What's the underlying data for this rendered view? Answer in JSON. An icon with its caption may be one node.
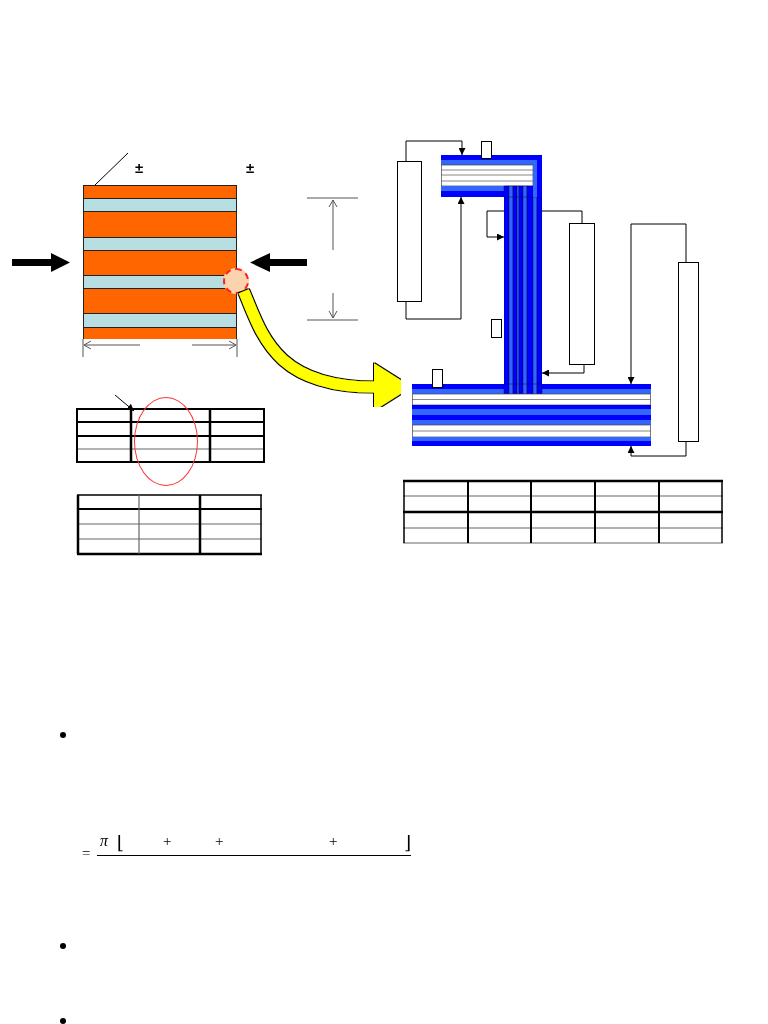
{
  "diagram": {
    "nodes": [
      {
        "text": [],
        "shape": "picture"
      },
      {
        "text": [],
        "shape": "circle"
      },
      {
        "text": [],
        "shape": "ellipse"
      },
      {
        "text": [],
        "shape": "box"
      },
      {
        "text": [],
        "shape": "box"
      },
      {
        "text": [],
        "shape": "picture"
      },
      {
        "text": [],
        "shape": "picture"
      },
      {
        "text": [],
        "shape": "box"
      },
      {
        "text": [],
        "shape": "box"
      },
      {
        "text": [],
        "shape": "box"
      },
      {
        "text": [],
        "shape": "box"
      },
      {
        "text": [],
        "shape": "picture"
      }
    ],
    "edges": [
      {
        "from": null,
        "to": 0,
        "arrow": "none"
      },
      {
        "from": 1,
        "to": 11,
        "arrow": "to",
        "style": "thick",
        "color": "#ffff00"
      },
      {
        "from": null,
        "to": 2,
        "arrow": "to"
      },
      {
        "from": 3,
        "to": 5,
        "arrow": "to"
      },
      {
        "from": 3,
        "to": 5,
        "arrow": "to"
      },
      {
        "from": 6,
        "to": 6,
        "arrow": "to"
      },
      {
        "from": 6,
        "to": 7,
        "arrow": "none"
      },
      {
        "from": 7,
        "to": 6,
        "arrow": "to"
      },
      {
        "from": 8,
        "to": 11,
        "arrow": "to"
      },
      {
        "from": 8,
        "to": 11,
        "arrow": "to"
      }
    ],
    "labels": [
      "±",
      "±",
      "=",
      "π",
      "⌊",
      "+",
      "+",
      "+",
      "⌋"
    ]
  }
}
